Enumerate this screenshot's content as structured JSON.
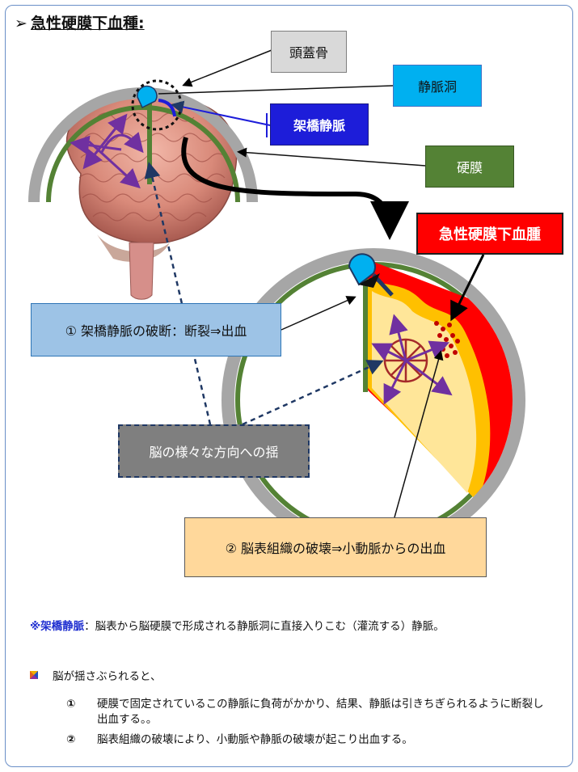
{
  "title": "急性硬膜下血種:",
  "labels": {
    "skull": "頭蓋骨",
    "sinus": "静脈洞",
    "bridging_vein": "架橋静脈",
    "dura": "硬膜",
    "asdh": "急性硬膜下血腫",
    "cause_one": "①  架橋静脈の破断：断裂⇒出血",
    "shake": "脳の様々な方向への揺",
    "cause_two": "②  脳表組織の破壊⇒小動脈からの出血"
  },
  "note": {
    "term": "※架橋静脈",
    "text": "：脳表から脳硬膜で形成される静脈洞に直接入りこむ（灌流する）静脈。"
  },
  "list": {
    "lead": "脳が揺さぶられると、",
    "items": [
      {
        "num": "①",
        "text": "硬膜で固定されているこの静脈に負荷がかかり、結果、静脈は引きちぎられるように断裂し出血する。。"
      },
      {
        "num": "②",
        "text": "脳表組織の破壊により、小動脈や静脈の破壊が起こり出血する。"
      }
    ]
  },
  "colors": {
    "skull": "#a6a6a6",
    "dura": "#548235",
    "sinus": "#00b0f0",
    "hematoma": "#ff0000",
    "brain_tissue": "#ffe699",
    "brain_edge": "#ffc000",
    "arrows": "#7030a0"
  }
}
